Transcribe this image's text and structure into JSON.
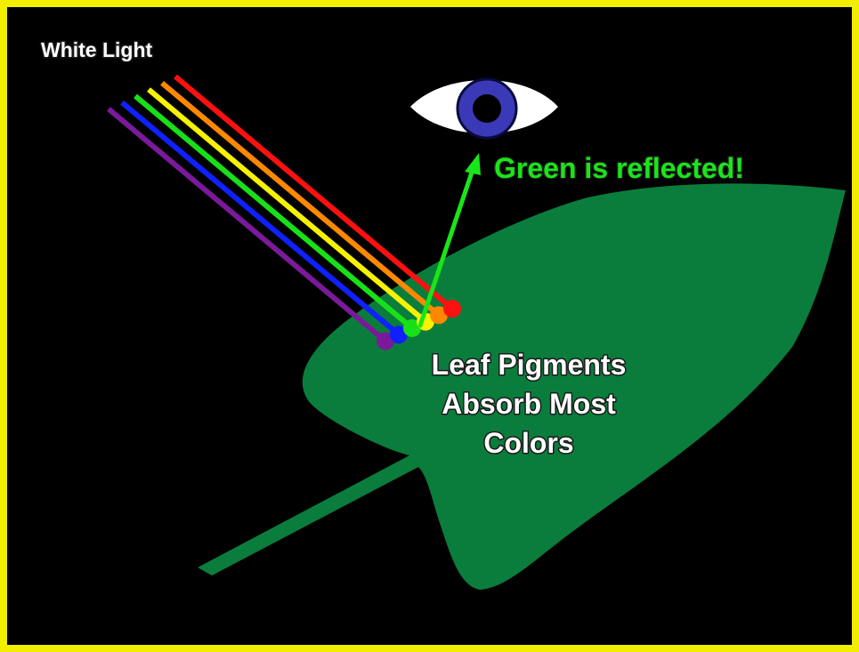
{
  "labels": {
    "white_light": "White Light",
    "reflected": "Green is reflected!",
    "absorb_line1": "Leaf Pigments",
    "absorb_line2": "Absorb Most",
    "absorb_line3": "Colors"
  },
  "colors": {
    "frame": "#f2ee00",
    "background": "#000000",
    "leaf": "#0a7d3c",
    "reflected_green": "#19e619",
    "eye_iris": "#3a3ab8"
  },
  "light_rays": [
    {
      "name": "red",
      "color": "#ff1010"
    },
    {
      "name": "orange",
      "color": "#ff8800"
    },
    {
      "name": "yellow",
      "color": "#f7f200"
    },
    {
      "name": "green",
      "color": "#18e018"
    },
    {
      "name": "blue",
      "color": "#1020ff"
    },
    {
      "name": "violet",
      "color": "#7a1a9a"
    }
  ],
  "icons": {
    "eye": "eye-icon",
    "reflection_arrow": "arrow-up-right-icon"
  }
}
